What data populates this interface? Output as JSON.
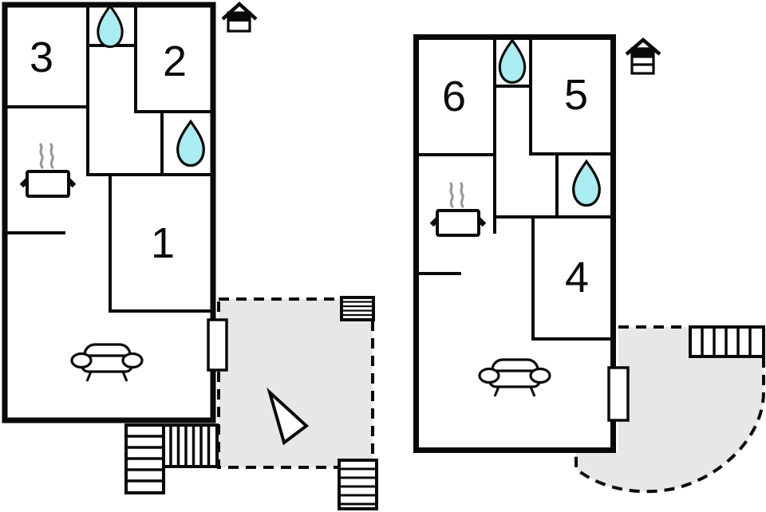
{
  "diagram": {
    "type": "floor-plan",
    "background": "#ffffff",
    "colors": {
      "wall": "#0a0a0a",
      "water": "#a9ecf2",
      "terrace": "#e7e7e7",
      "steam": "#999999",
      "white": "#ffffff"
    },
    "plans": [
      {
        "name": "left-unit",
        "rooms": [
          {
            "label": "3"
          },
          {
            "label": "2"
          },
          {
            "label": "1"
          }
        ],
        "icons": [
          "water-drop-icon",
          "water-drop-icon",
          "cooktop-icon",
          "sofa-icon",
          "stairs-icon",
          "stairs-icon",
          "stairs-icon",
          "direction-arrow-icon",
          "door-opening",
          "house-level-icon"
        ],
        "level_icon": "house-2-levels-top-highlighted",
        "terrace_shape": "square-dashed"
      },
      {
        "name": "right-unit",
        "rooms": [
          {
            "label": "6"
          },
          {
            "label": "5"
          },
          {
            "label": "4"
          }
        ],
        "icons": [
          "water-drop-icon",
          "water-drop-icon",
          "cooktop-icon",
          "sofa-icon",
          "stairs-icon",
          "door-opening",
          "house-level-icon"
        ],
        "level_icon": "house-3-levels-top-highlighted",
        "terrace_shape": "rounded-dashed"
      }
    ]
  }
}
